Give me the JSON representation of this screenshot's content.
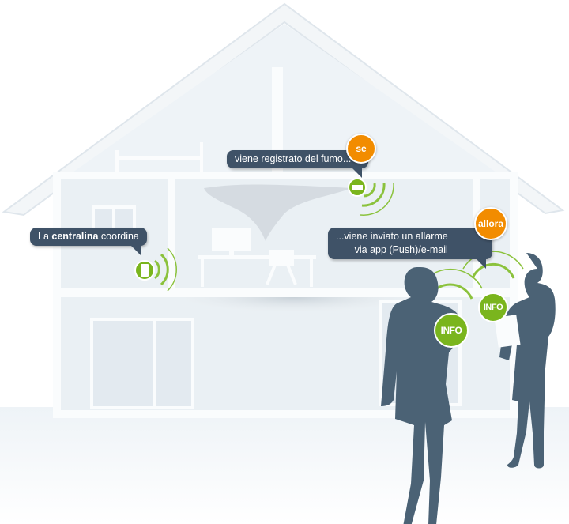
{
  "bubbles": {
    "coordinator": {
      "prefix": "La ",
      "bold": "centralina",
      "suffix": " coordina"
    },
    "smoke": {
      "text": "viene registrato del fumo..."
    },
    "alarm": {
      "line1": "...viene inviato un allarme",
      "line2": "via app (Push)/e-mail"
    }
  },
  "badges": {
    "if": "se",
    "then": "allora"
  },
  "info_labels": [
    "INFO",
    "INFO"
  ],
  "colors": {
    "bubble": "#3f5267",
    "orange": "#f28c00",
    "green": "#7ab51d",
    "figure": "#4b6275",
    "house": "#e8eef3"
  }
}
